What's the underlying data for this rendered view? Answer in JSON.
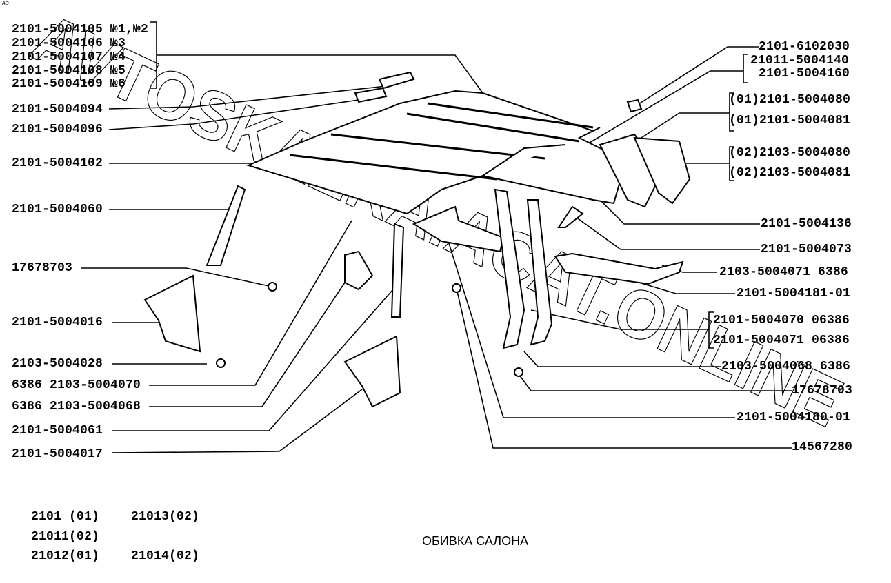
{
  "corner_mark": "АО",
  "title": "ОБИВКА САЛОНА",
  "watermark": "AVTOSKAZKA.ACAT.ONLINE",
  "left_labels": [
    "2101-5004105 №1,№2",
    "2101-5004106 №3",
    "2101-5004107 №4",
    "2101-5004108 №5",
    "2101-5004109 №6",
    "2101-5004094",
    "2101-5004096",
    "2101-5004102",
    "2101-5004060",
    "17678703",
    "2101-5004016",
    "2103-5004028",
    "6386 2103-5004070",
    "6386 2103-5004068",
    "2101-5004061",
    "2101-5004017"
  ],
  "right_labels": [
    "2101-6102030",
    "21011-5004140",
    "2101-5004160",
    "(01)2101-5004080",
    "(01)2101-5004081",
    "(02)2103-5004080",
    "(02)2103-5004081",
    "2101-5004136",
    "2101-5004073",
    "2103-5004071 6386",
    "2101-5004181-01",
    "2101-5004070 06386",
    "2101-5004071 06386",
    "2103-5004068 6386",
    "17678703",
    "2101-5004180-01",
    "14567280"
  ],
  "models": [
    "2101 (01)",
    "21013(02)",
    "21011(02)",
    "21012(01)",
    "21014(02)"
  ]
}
